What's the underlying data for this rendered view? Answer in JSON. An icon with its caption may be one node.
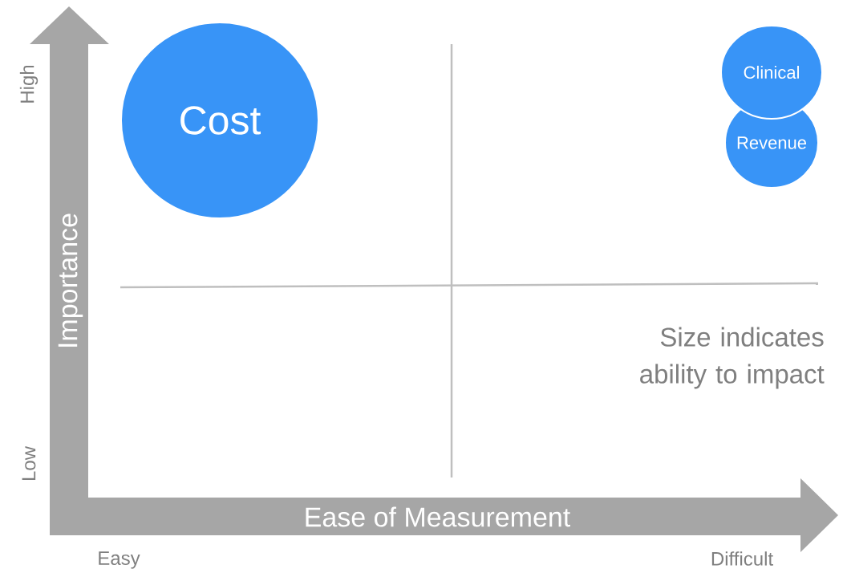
{
  "diagram": {
    "nodes": [
      {
        "text": [
          "Cost"
        ]
      },
      {
        "text": [
          "Clinical"
        ]
      },
      {
        "text": [
          "Revenue"
        ]
      }
    ],
    "labels": [
      "High",
      "Importance",
      "Low",
      "Size indicates ability to impact",
      "Ease of Measurement",
      "Easy",
      "Difficult"
    ]
  }
}
